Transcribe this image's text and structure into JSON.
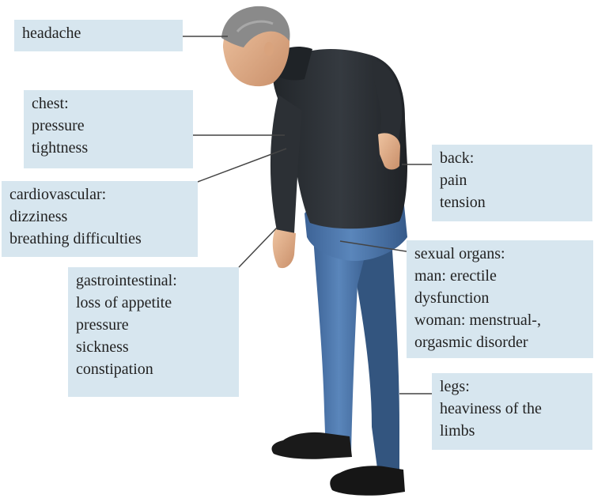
{
  "labels": {
    "headache": {
      "lines": [
        "headache"
      ]
    },
    "chest": {
      "lines": [
        "chest:",
        "pressure",
        "tightness"
      ]
    },
    "cardiovascular": {
      "lines": [
        "cardiovascular:",
        "dizziness",
        "breathing difficulties"
      ]
    },
    "gastrointestinal": {
      "lines": [
        "gastrointestinal:",
        "loss of appetite",
        "pressure",
        "sickness",
        "constipation"
      ]
    },
    "back": {
      "lines": [
        "back:",
        "pain",
        "tension"
      ]
    },
    "sexual_organs": {
      "lines": [
        "sexual organs:",
        "man: erectile",
        "dysfunction",
        "woman: menstrual-,",
        "orgasmic disorder"
      ]
    },
    "legs": {
      "lines": [
        "legs:",
        "heaviness of the",
        "limbs"
      ]
    }
  },
  "colors": {
    "label_background": "#d7e6ef",
    "leader_line": "#444444",
    "sweater": "#2b2f33",
    "jeans": "#4a72a8",
    "hair": "#8a8a8a",
    "skin": "#e2b48e",
    "shoes": "#1a1a1a"
  }
}
